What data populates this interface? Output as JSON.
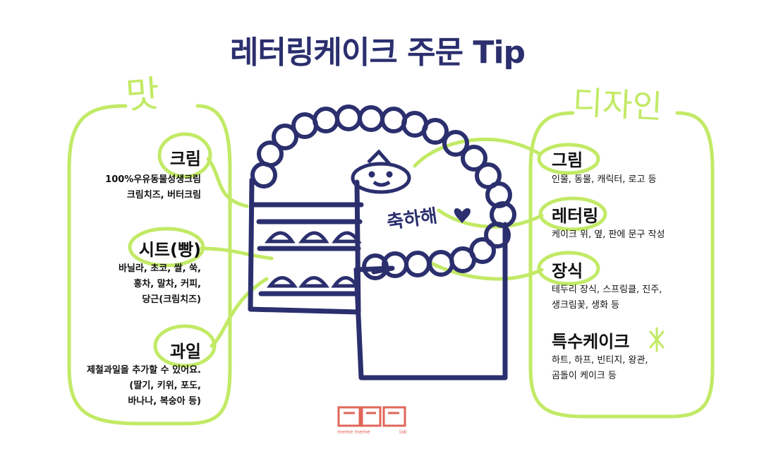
{
  "title": "레터링케이크 주문 Tip",
  "left_hand_label": "맛",
  "right_hand_label": "디자인",
  "left_items": [
    {
      "heading": "크림",
      "lines": [
        "100%우유동물성생크림",
        "크림치즈, 버터크림"
      ]
    },
    {
      "heading": "시트(빵)",
      "lines": [
        "바닐라, 초코, 쌀, 쑥,",
        "홍차, 말차, 커피,",
        "당근(크림치즈)"
      ]
    },
    {
      "heading": "과일",
      "lines": [
        "제철과일을 추가할 수 있어요.",
        "(딸기, 키위, 포도,",
        "바나나, 복숭아 등)"
      ]
    }
  ],
  "right_items": [
    {
      "heading": "그림",
      "lines": [
        "인물, 동물, 캐릭터, 로고 등"
      ]
    },
    {
      "heading": "레터링",
      "lines": [
        "케이크 위, 옆, 판에 문구 작성"
      ]
    },
    {
      "heading": "장식",
      "lines": [
        "테두리 장식, 스프링클, 진주,",
        "생크림꽃, 생화 등"
      ]
    },
    {
      "heading": "특수케이크",
      "lines": [
        "하트, 하프, 빈티지, 왕관,",
        "곰돌이 케이크 등"
      ]
    }
  ],
  "cake_lettering": "축하해",
  "logo": {
    "line1": "meme meme",
    "line2": "lab"
  },
  "colors": {
    "navy": "#2b2f6e",
    "green": "#c2ea66",
    "logo_red": "#e0665a",
    "text": "#111111"
  }
}
